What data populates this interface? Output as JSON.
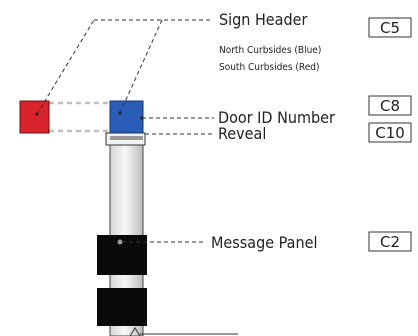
{
  "colors": {
    "north": "#d8232a",
    "south": "#2a5db8",
    "panel": "#0a0a0a"
  },
  "labels": {
    "sign_header": "Sign Header",
    "north_curbsides": "North Curbsides (Blue)",
    "south_curbsides": "South Curbsides (Red)",
    "door_id": "Door ID Number",
    "reveal": "Reveal",
    "message_panel": "Message Panel"
  },
  "codes": {
    "sign_header": "C5",
    "door_id": "C8",
    "reveal": "C10",
    "message_panel": "C2"
  }
}
